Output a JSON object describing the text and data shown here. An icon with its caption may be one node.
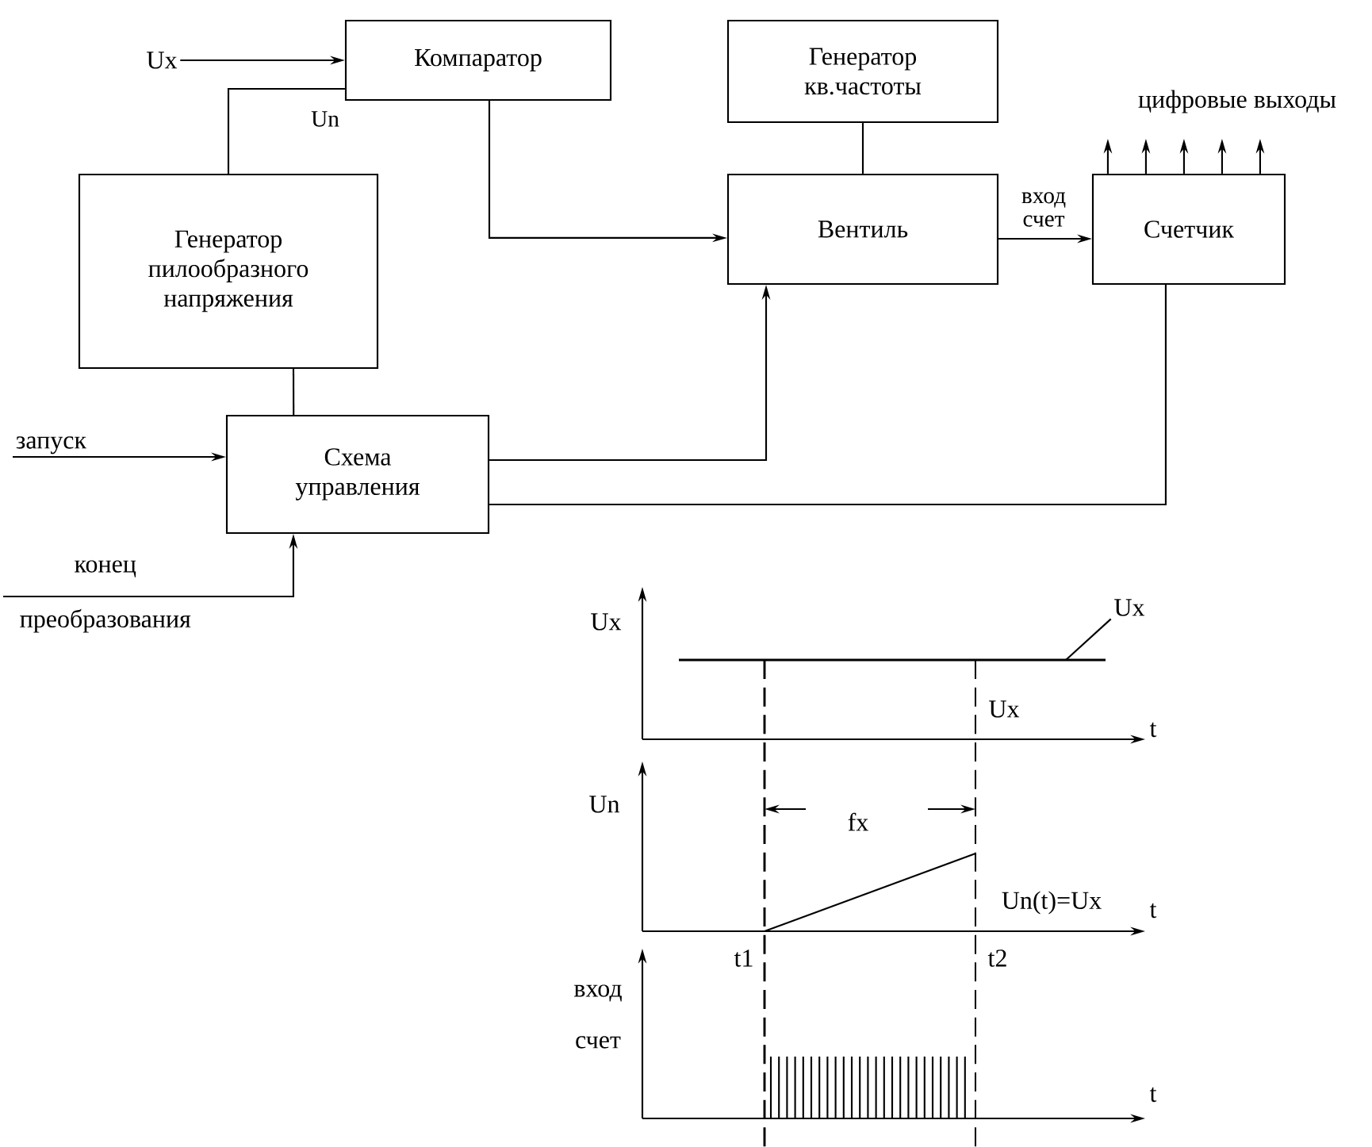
{
  "diagram": {
    "nodes": [
      {
        "text": [
          "Компаратор"
        ]
      },
      {
        "text": [
          "Генератор пилообразного напряжения"
        ]
      },
      {
        "text": [
          "Схема управления"
        ]
      },
      {
        "text": [
          "Генератор кв.частоты"
        ]
      },
      {
        "text": [
          "Вентиль"
        ]
      },
      {
        "text": [
          "Счетчик"
        ]
      },
      {
        "text": [
          "Ux"
        ]
      },
      {
        "text": [
          "запуск"
        ]
      },
      {
        "text": [
          "конец преобразования"
        ]
      },
      {
        "text": [
          "Ux"
        ]
      }
    ],
    "edges": [
      {
        "from": 6,
        "to": 0,
        "arrow": "to"
      },
      {
        "from": 1,
        "to": 0,
        "arrow": "none",
        "label": "Un"
      },
      {
        "from": 0,
        "to": 4,
        "arrow": "to"
      },
      {
        "from": 3,
        "to": 4,
        "arrow": "none"
      },
      {
        "from": 4,
        "to": 5,
        "arrow": "to",
        "label": "вход счет"
      },
      {
        "from": 1,
        "to": 2,
        "arrow": "none"
      },
      {
        "from": 7,
        "to": 2,
        "arrow": "to"
      },
      {
        "from": 8,
        "to": 2,
        "arrow": "to"
      },
      {
        "from": 2,
        "to": 4,
        "arrow": "to"
      },
      {
        "from": 5,
        "to": 2,
        "arrow": "none"
      },
      {
        "from": 5,
        "to": null,
        "arrow": "to"
      },
      {
        "from": 5,
        "to": null,
        "arrow": "to"
      },
      {
        "from": 5,
        "to": null,
        "arrow": "to"
      },
      {
        "from": 5,
        "to": null,
        "arrow": "to"
      },
      {
        "from": 5,
        "to": null,
        "arrow": "to"
      },
      {
        "from": 9,
        "to": null,
        "arrow": "none"
      }
    ],
    "labels": [
      "цифровые выходы",
      "Ux",
      "t",
      "Ux",
      "Un",
      "fx",
      "Un(t)=Ux",
      "t",
      "t1",
      "t2",
      "вход",
      "счет",
      "t"
    ]
  }
}
